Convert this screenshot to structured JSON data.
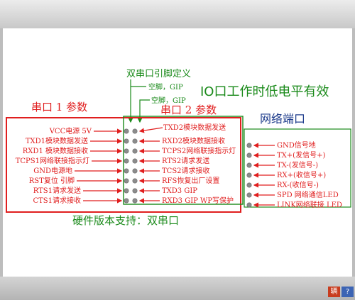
{
  "diagram": {
    "title_dual_serial": "双串口引脚定义",
    "note_top1": "空脚，GIP",
    "note_top2": "空脚，GIP",
    "io_note": "IO口工作时低电平有效",
    "serial1_title": "串口 1 参数",
    "serial2_title": "串口 2 参数",
    "network_title": "网络端口",
    "footer": "硬件版本支持：双串口",
    "serial1_labels": [
      "VCC电源 5V",
      "TXD1模块数据发送",
      "RXD1 模块数据接收",
      "TCPS1网络联接指示灯",
      "GND电源地",
      "RST复位 引脚",
      "RTS1请求发送",
      "CTS1请求接收"
    ],
    "serial2_labels": [
      "TXD2模块数据发送",
      "RXD2模块数据接收",
      "TCPS2网络联接指示灯",
      "RTS2请求发送",
      "TCS2请求接收",
      "RFS恢复出厂设置",
      "TXD3  GIP",
      "RXD3 GIP WP写保护"
    ],
    "network_labels": [
      "GND信号地",
      "TX+(发信号+)",
      "TX-(发信号-)",
      "RX+(收信号+)",
      "RX-(收信号-)",
      "SPD 网络通信LED",
      "LINK网络联接 LED"
    ]
  },
  "tray": {
    "icon1": "辆",
    "icon2": "?"
  },
  "colors": {
    "red": "#e01e1e",
    "green": "#1a8a1a",
    "blue": "#1e3c8c"
  }
}
